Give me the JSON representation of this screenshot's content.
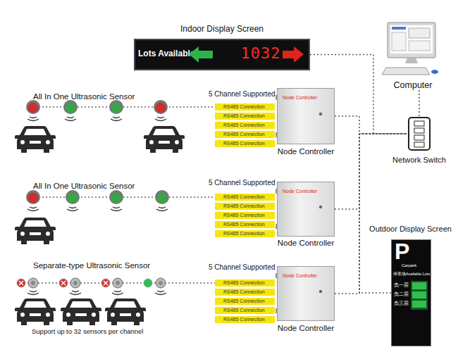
{
  "diagram": {
    "nodes": [
      {
        "text": [
          "Indoor Display Screen",
          "Lots Available",
          "1032"
        ]
      },
      {
        "text": [
          "Computer"
        ]
      },
      {
        "text": [
          "RS485 Connection"
        ]
      },
      {
        "text": [
          "RS485 Connection"
        ]
      },
      {
        "text": [
          "RS485 Connection"
        ]
      },
      {
        "text": [
          "RS485 Connection"
        ]
      },
      {
        "text": [
          "RS485 Connection"
        ]
      },
      {
        "text": [
          "Node Controller",
          "Node Controller"
        ]
      },
      {
        "text": [
          "Network Switch"
        ]
      },
      {
        "text": [
          "RS485 Connection"
        ]
      },
      {
        "text": [
          "RS485 Connection"
        ]
      },
      {
        "text": [
          "RS485 Connection"
        ]
      },
      {
        "text": [
          "RS485 Connection"
        ]
      },
      {
        "text": [
          "RS485 Connection"
        ]
      },
      {
        "text": [
          "Node Controller",
          "Node Controller"
        ]
      },
      {
        "text": [
          "Outdoor Display Screen",
          "P",
          "Carpark",
          "停车场",
          "Available Lots",
          "负一层",
          "负二层",
          "负三层"
        ]
      },
      {
        "text": [
          "RS485 Connection"
        ]
      },
      {
        "text": [
          "RS485 Connection"
        ]
      },
      {
        "text": [
          "RS485 Connection"
        ]
      },
      {
        "text": [
          "RS485 Connection"
        ]
      },
      {
        "text": [
          "RS485 Connection"
        ]
      },
      {
        "text": [
          "Node Controller",
          "Node Controller"
        ]
      }
    ],
    "edges": [
      {
        "from": 0,
        "to": 8,
        "arrow": "none"
      },
      {
        "from": 1,
        "to": 8,
        "arrow": "none"
      },
      {
        "from": 7,
        "to": 8,
        "arrow": "none"
      },
      {
        "from": 14,
        "to": 8,
        "arrow": "none"
      },
      {
        "from": 21,
        "to": 8,
        "arrow": "none"
      },
      {
        "from": 15,
        "to": 8,
        "arrow": "none"
      }
    ],
    "labels": [
      "All In One Ultrasonic Sensor",
      "5 Channel Supported",
      "All In One Ultrasonic Sensor",
      "5 Channel Supported",
      "Separate-type Ultrasonic Sensor",
      "5 Channel Supported",
      "Support up to 32 sensors per channel"
    ]
  }
}
